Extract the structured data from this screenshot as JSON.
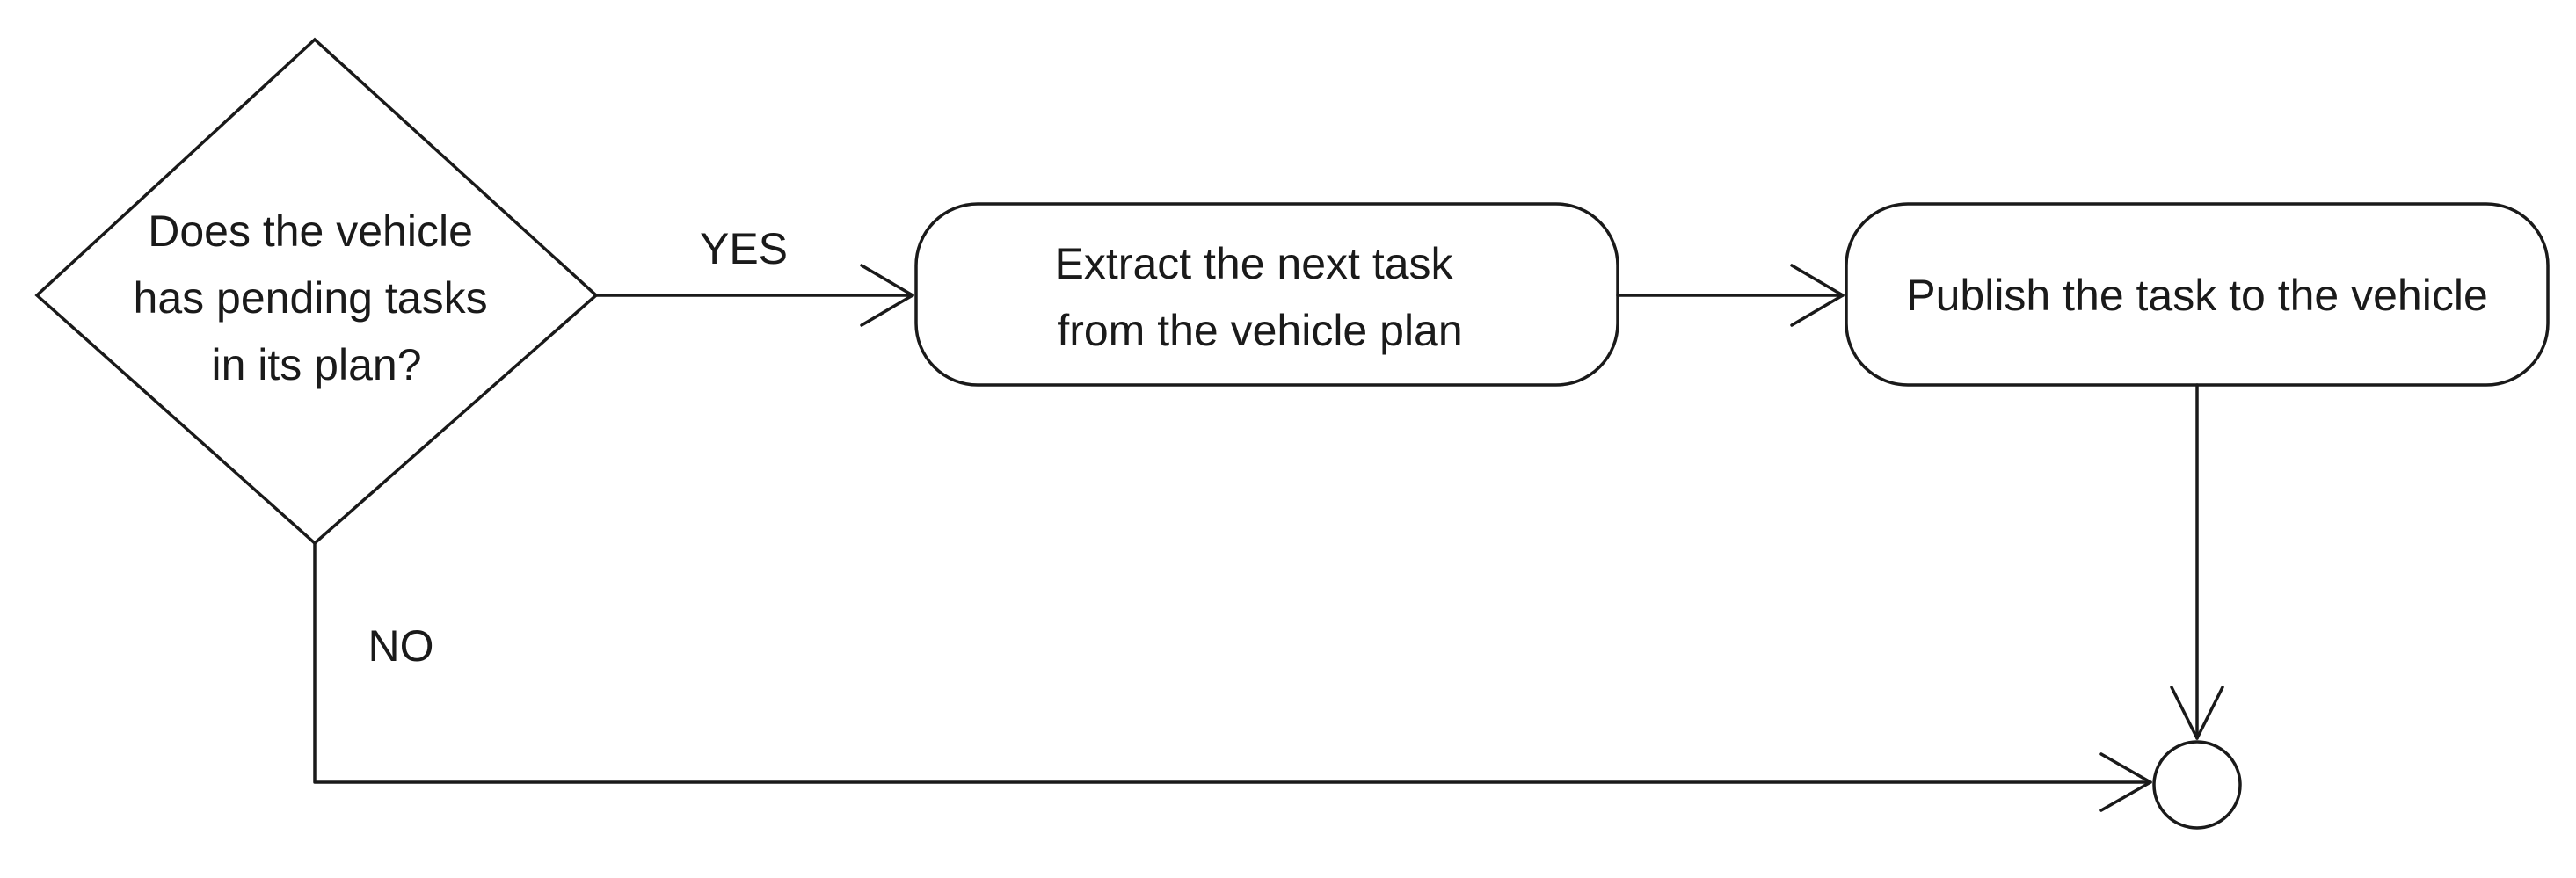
{
  "nodes": {
    "decision": {
      "lines": [
        "Does the vehicle",
        "has pending tasks",
        "in its plan?"
      ]
    },
    "extract": {
      "lines": [
        "Extract the next task",
        "from the vehicle plan"
      ]
    },
    "publish": {
      "lines": [
        "Publish the task to the vehicle"
      ]
    }
  },
  "edges": {
    "yes_label": "YES",
    "no_label": "NO"
  }
}
